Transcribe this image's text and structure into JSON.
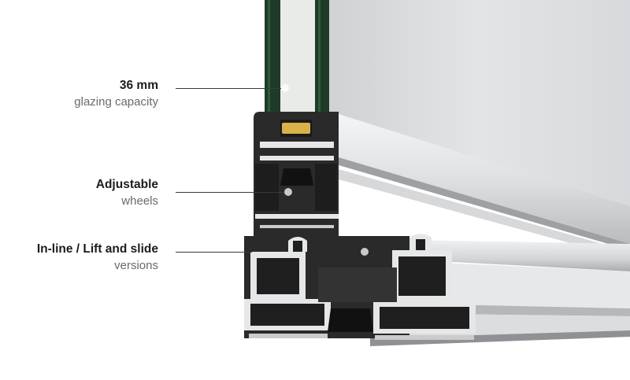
{
  "callouts": [
    {
      "title": "36 mm",
      "subtitle": "glazing capacity"
    },
    {
      "title": "Adjustable",
      "subtitle": "wheels"
    },
    {
      "title": "In-line / Lift and slide",
      "subtitle": "versions"
    }
  ],
  "colors": {
    "glass_pane": "#dcdde0",
    "glass_green": "#1f3b28",
    "profile_dark": "#2a2a2a",
    "aluminium_light": "#e6e7e9",
    "aluminium_mid": "#c9cbcd",
    "spacer_gold": "#d9b34a",
    "callout_title": "#1c1c1c",
    "callout_subtitle": "#6a6a6a"
  }
}
